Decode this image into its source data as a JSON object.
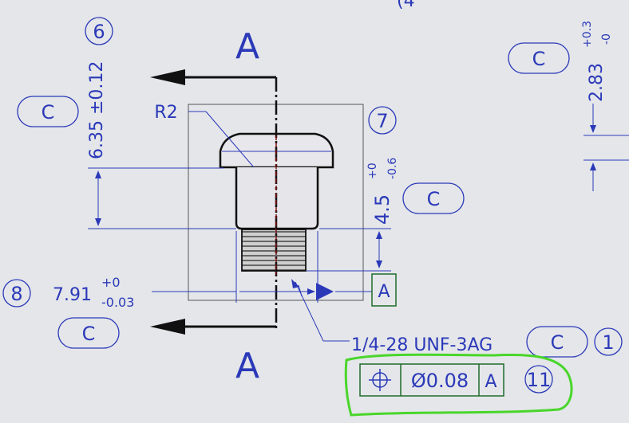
{
  "section": {
    "label_top": "A",
    "label_bottom": "A"
  },
  "balloons": {
    "b6": "6",
    "b7": "7",
    "b8": "8",
    "b1": "1",
    "b11": "11"
  },
  "pills": {
    "c_upper_left": "C",
    "c_upper_right": "C",
    "c_mid": "C",
    "c_lower_left": "C",
    "c_thread": "C"
  },
  "dimensions": {
    "radius": "R2",
    "head_height": "6.35 ±0.12",
    "shank_len_value": "4.5",
    "shank_len_tol_upper": "+0",
    "shank_len_tol_lower": "-0.6",
    "diameter_value": "7.91",
    "diameter_tol_upper": "+0",
    "diameter_tol_lower": "-0.03",
    "right_value": "2.83",
    "right_tol_upper": "+0.3",
    "right_tol_lower": "-0",
    "thread_callout": "1/4-28 UNF-3AG",
    "datum_a": "A"
  },
  "fcf": {
    "tolerance": "Ø0.08",
    "datum": "A"
  },
  "colors": {
    "background": "#e4e6ea",
    "annotation_blue": "#2b39b8",
    "highlight_green": "#49d62a",
    "part_outline": "#111111"
  }
}
